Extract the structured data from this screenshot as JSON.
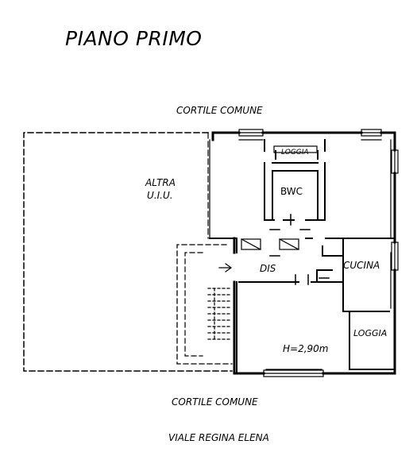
{
  "plan": {
    "title": "PIANO PRIMO",
    "top_street": "CORTILE COMUNE",
    "bottom_street": "CORTILE COMUNE",
    "road": "VIALE REGINA ELENA"
  },
  "rooms": {
    "altra_line1": "ALTRA",
    "altra_line2": "U.I.U.",
    "loggia_top": "LOGGIA",
    "bwc": "BWC",
    "dis": "DIS",
    "cucina": "CUCINA",
    "loggia_bottom": "LOGGIA",
    "height": "H=2,90m"
  }
}
